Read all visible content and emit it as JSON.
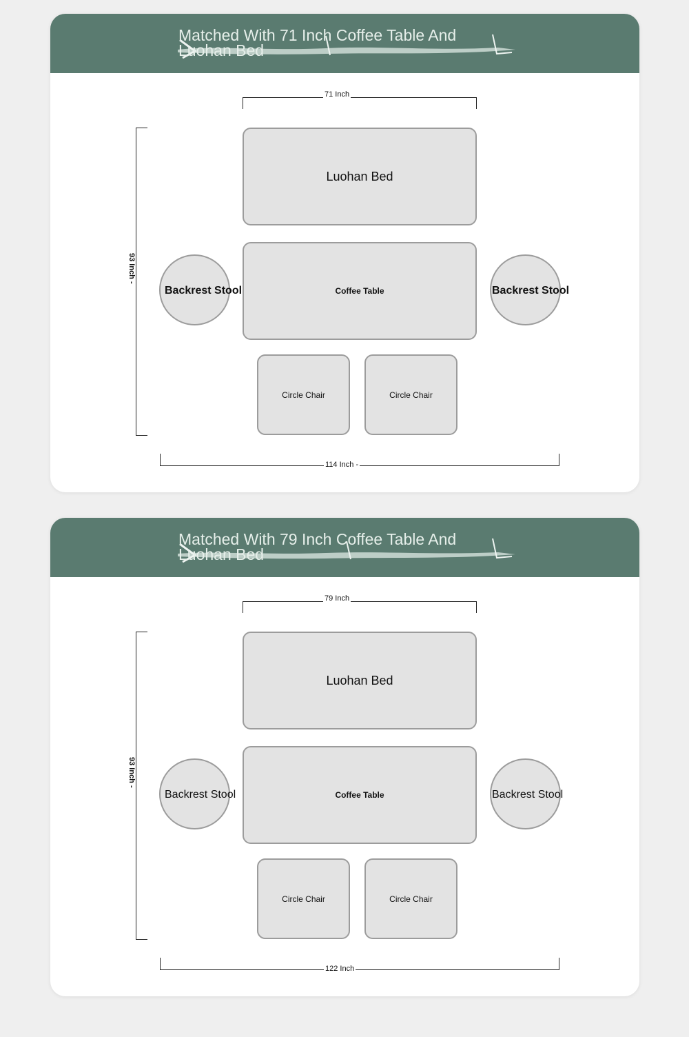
{
  "diagrams": [
    {
      "title": "Matched With 71 Inch Coffee Table And Luohan Bed",
      "dimensions": {
        "top": "71 Inch",
        "left": "93 Inch -",
        "bottom": "114 Inch -"
      },
      "pieces": {
        "bed": "Luohan Bed",
        "coffee_table": "Coffee Table",
        "stool_left": "Backrest Stool",
        "stool_right": "Backrest Stool",
        "chair_left": "Circle Chair",
        "chair_right": "Circle Chair"
      }
    },
    {
      "title": "Matched With 79 Inch Coffee Table And Luohan Bed",
      "dimensions": {
        "top": "79 Inch",
        "left": "93 Inch -",
        "bottom": "122 Inch"
      },
      "pieces": {
        "bed": "Luohan Bed",
        "coffee_table": "Coffee Table",
        "stool_left": "Backrest Stool",
        "stool_right": "Backrest Stool",
        "chair_left": "Circle Chair",
        "chair_right": "Circle Chair"
      }
    }
  ],
  "colors": {
    "page_background": "#efefef",
    "banner": "#5a7b70",
    "banner_text": "#e6efea",
    "piece_fill": "#e3e3e3",
    "piece_border": "#9c9c9c"
  }
}
